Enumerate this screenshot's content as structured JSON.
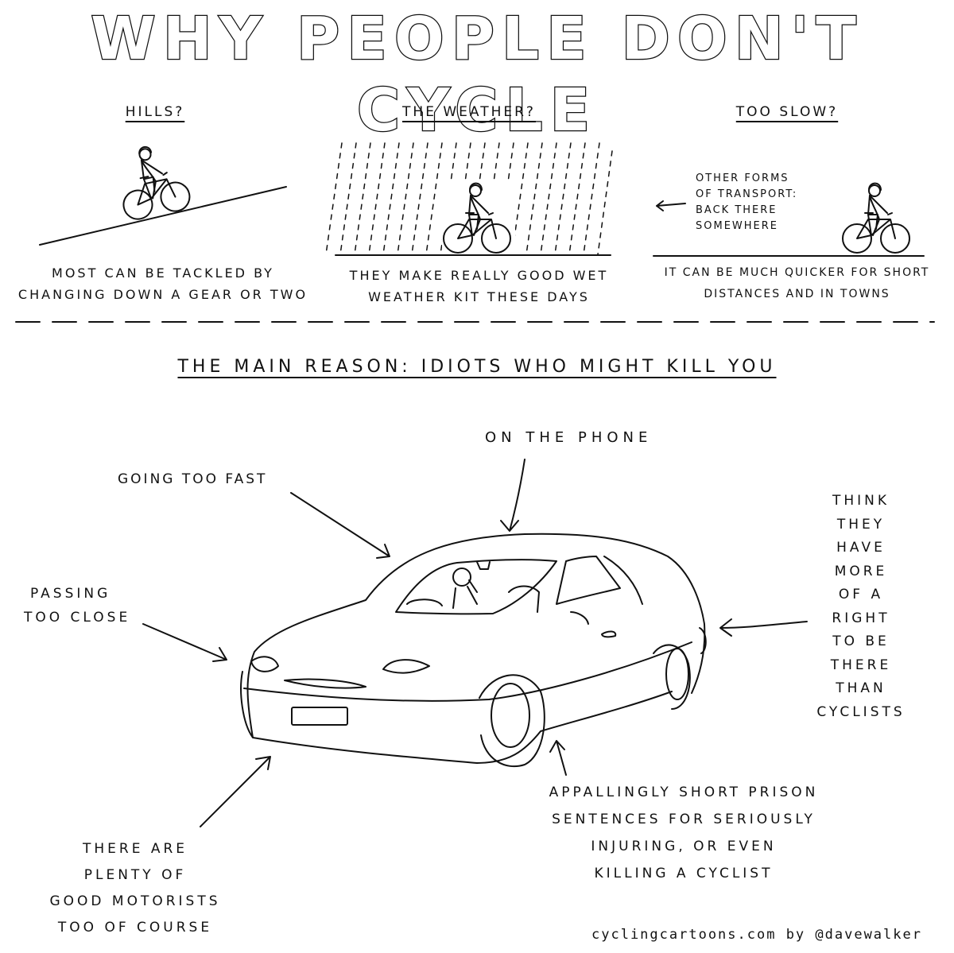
{
  "title": "WHY PEOPLE DON'T CYCLE",
  "panels": [
    {
      "heading": "HILLS?",
      "caption_lines": [
        "MOST CAN BE TACKLED BY",
        "CHANGING DOWN A GEAR OR TWO"
      ]
    },
    {
      "heading": "THE WEATHER?",
      "caption_lines": [
        "THEY MAKE REALLY GOOD WET",
        "WEATHER KIT THESE DAYS"
      ]
    },
    {
      "heading": "TOO SLOW?",
      "note_lines": [
        "OTHER FORMS",
        "OF TRANSPORT:",
        "BACK THERE",
        "SOMEWHERE"
      ],
      "caption_lines": [
        "IT CAN BE MUCH QUICKER FOR SHORT",
        "DISTANCES AND IN TOWNS"
      ]
    }
  ],
  "main_reason": "THE MAIN REASON: IDIOTS WHO MIGHT KILL YOU",
  "labels": {
    "on_the_phone": "ON THE PHONE",
    "going_too_fast": "GOING TOO FAST",
    "passing_too_close": [
      "PASSING",
      "TOO CLOSE"
    ],
    "think_they_have_right": [
      "THINK",
      "THEY",
      "HAVE",
      "MORE",
      "OF A",
      "RIGHT",
      "TO BE",
      "THERE",
      "THAN",
      "CYCLISTS"
    ],
    "prison_sentences": [
      "APPALLINGLY SHORT PRISON",
      "SENTENCES FOR SERIOUSLY",
      "INJURING, OR EVEN",
      "KILLING A CYCLIST"
    ],
    "good_motorists": [
      "THERE ARE",
      "PLENTY OF",
      "GOOD MOTORISTS",
      "TOO OF COURSE"
    ]
  },
  "credit": "cyclingcartoons.com by @davewalker"
}
